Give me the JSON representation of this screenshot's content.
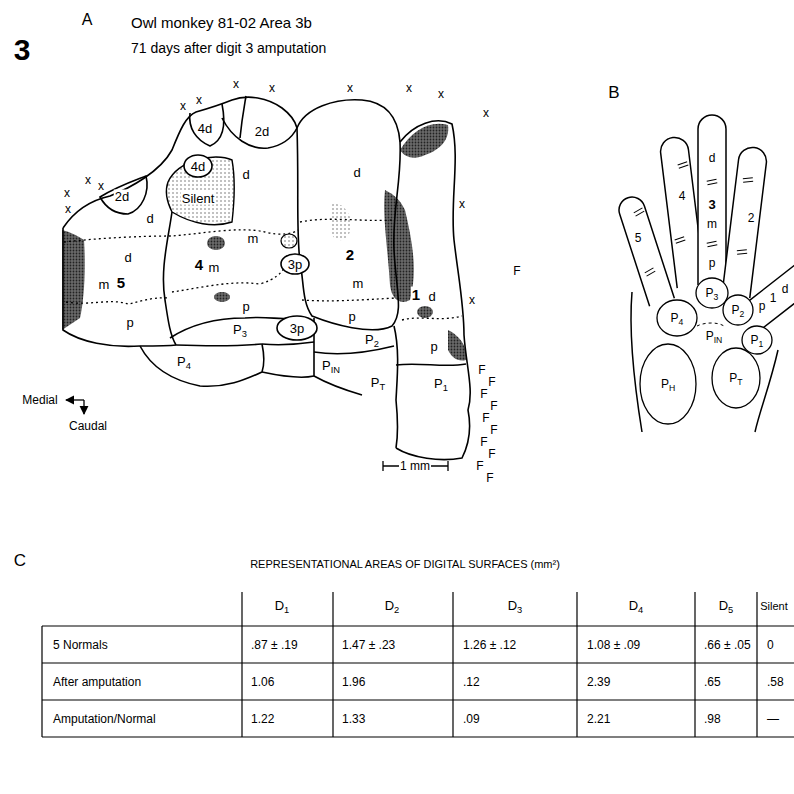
{
  "diagram": {
    "title": "Owl monkey 81-02 Area 3b",
    "labels": [
      "3",
      "A",
      "71 days after digit 3 amputation",
      "B",
      "C",
      "REPRESENTATIONAL AREAS OF DIGITAL SURFACES (mm²)",
      "Medial",
      "Caudal",
      "1 mm",
      "4d",
      "2d",
      "4d",
      "2d",
      "Silent",
      "d",
      "d",
      "d",
      "m",
      "4",
      "m",
      "3p",
      "2",
      "m",
      "d",
      "m",
      "5",
      "p",
      "p",
      "P3",
      "3p",
      "p",
      "P2",
      "1",
      "d",
      "p",
      "P4",
      "PIN",
      "PT",
      "P1",
      "x",
      "x",
      "x",
      "x",
      "x",
      "x",
      "x",
      "x",
      "x",
      "x",
      "x",
      "x",
      "x",
      "x",
      "F",
      "F",
      "F",
      "F",
      "F",
      "F",
      "F",
      "F",
      "F",
      "F",
      "F",
      "d",
      "3",
      "m",
      "4",
      "2",
      "5",
      "p",
      "P3",
      "P4",
      "P2",
      "PIN",
      "P1",
      "PT",
      "PH",
      "p",
      "1",
      "d",
      "D1",
      "D2",
      "D3",
      "D4",
      "D5",
      "Silent",
      "5 Normals",
      ".87 ± .19",
      "1.47 ± .23",
      "1.26 ± .12",
      "1.08 ± .09",
      ".66 ± .05",
      "0",
      "After amputation",
      "1.06",
      "1.96",
      ".12",
      "2.39",
      ".65",
      ".58",
      "Amputation/Normal",
      "1.22",
      "1.33",
      ".09",
      "2.21",
      ".98",
      "—"
    ]
  }
}
